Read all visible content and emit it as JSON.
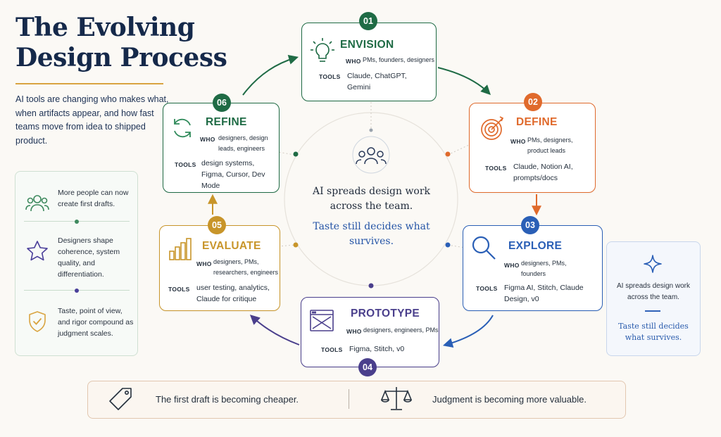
{
  "title": "The Evolving Design Process",
  "intro": "AI tools are changing who makes what, when artifacts appear, and how fast teams move from idea to shipped product.",
  "insights": [
    {
      "text": "More people can now create first drafts.",
      "icon": "people-icon",
      "color": "#3f8a5f"
    },
    {
      "text": "Designers shape coherence, system quality, and differentiation.",
      "icon": "star-icon",
      "color": "#4a3f9a"
    },
    {
      "text": "Taste, point of view, and rigor compound as judgment scales.",
      "icon": "shield-check-icon",
      "color": "#d9a441"
    }
  ],
  "stages": [
    {
      "num": "01",
      "name": "ENVISION",
      "who_label": "WHO",
      "who": "PMs, founders, designers",
      "tools_label": "TOOLS",
      "tools": "Claude, ChatGPT, Gemini",
      "color": "#1f6b45",
      "icon": "lightbulb-icon"
    },
    {
      "num": "02",
      "name": "DEFINE",
      "who_label": "WHO",
      "who": "PMs, designers, product leads",
      "tools_label": "TOOLS",
      "tools": "Claude, Notion AI, prompts/docs",
      "color": "#e06a2c",
      "icon": "target-icon"
    },
    {
      "num": "03",
      "name": "EXPLORE",
      "who_label": "WHO",
      "who": "designers, PMs, founders",
      "tools_label": "TOOLS",
      "tools": "Figma AI, Stitch, Claude Design, v0",
      "color": "#2a5fb6",
      "icon": "magnifier-icon"
    },
    {
      "num": "04",
      "name": "PROTOTYPE",
      "who_label": "WHO",
      "who": "designers, engineers, PMs",
      "tools_label": "TOOLS",
      "tools": "Figma, Stitch, v0",
      "color": "#4a3f8c",
      "icon": "browser-window-icon"
    },
    {
      "num": "05",
      "name": "EVALUATE",
      "who_label": "WHO",
      "who": "designers, PMs, researchers, engineers",
      "tools_label": "TOOLS",
      "tools": "user testing, analytics, Claude for critique",
      "color": "#c8952a",
      "icon": "bar-chart-icon"
    },
    {
      "num": "06",
      "name": "REFINE",
      "who_label": "WHO",
      "who": "designers, design leads, engineers",
      "tools_label": "TOOLS",
      "tools": "design systems, Figma, Cursor, Dev Mode",
      "color": "#1f6b45",
      "icon": "refresh-icon"
    }
  ],
  "center": {
    "main": "AI spreads design work across the team.",
    "accent": "Taste still decides what survives.",
    "icon": "team-icon"
  },
  "callout": {
    "main": "AI spreads design work across the team.",
    "accent": "Taste still decides what survives.",
    "icon": "sparkle-icon"
  },
  "banner": {
    "left": "The first draft is becoming cheaper.",
    "right": "Judgment is becoming more valuable.",
    "left_icon": "tag-icon",
    "right_icon": "scales-icon"
  }
}
